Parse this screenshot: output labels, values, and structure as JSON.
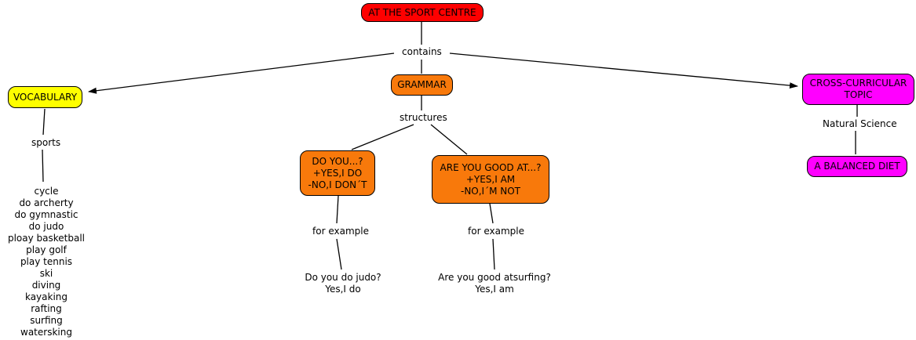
{
  "root_node": {
    "label": "AT THE SPORT CENTRE"
  },
  "links": {
    "contains": "contains",
    "sports": "sports",
    "structures": "structures",
    "for_example_left": "for example",
    "for_example_right": "for example",
    "natural_science": "Natural Science"
  },
  "nodes": {
    "vocabulary": {
      "label": "VOCABULARY"
    },
    "grammar": {
      "label": "GRAMMAR"
    },
    "cross_curricular": {
      "lines": [
        "CROSS-CURRICULAR",
        "TOPIC"
      ]
    },
    "do_you": {
      "lines": [
        "DO YOU...?",
        "+YES,I DO",
        "-NO,I DON´T"
      ]
    },
    "are_you_good_at": {
      "lines": [
        "ARE YOU GOOD AT...?",
        "+YES,I AM",
        "-NO,I´M NOT"
      ]
    },
    "balanced_diet": {
      "label": "A BALANCED DIET"
    }
  },
  "sports_list": [
    "cycle",
    "do archerty",
    "do gymnastic",
    "do judo",
    "ploay basketball",
    "play golf",
    "play tennis",
    "ski",
    "diving",
    "kayaking",
    "rafting",
    "surfing",
    "watersking"
  ],
  "examples": {
    "do_judo": {
      "lines": [
        "Do you do judo?",
        "Yes,I do"
      ]
    },
    "good_at_surfing": {
      "lines": [
        "Are you good atsurfing?",
        "Yes,I am"
      ]
    }
  },
  "colors": {
    "node_red": "#fe0000",
    "node_yellow": "#ffff00",
    "node_orange": "#f8790b",
    "node_magenta": "#ff00ff",
    "line": "#000000",
    "text": "#000000",
    "background": "#ffffff"
  }
}
